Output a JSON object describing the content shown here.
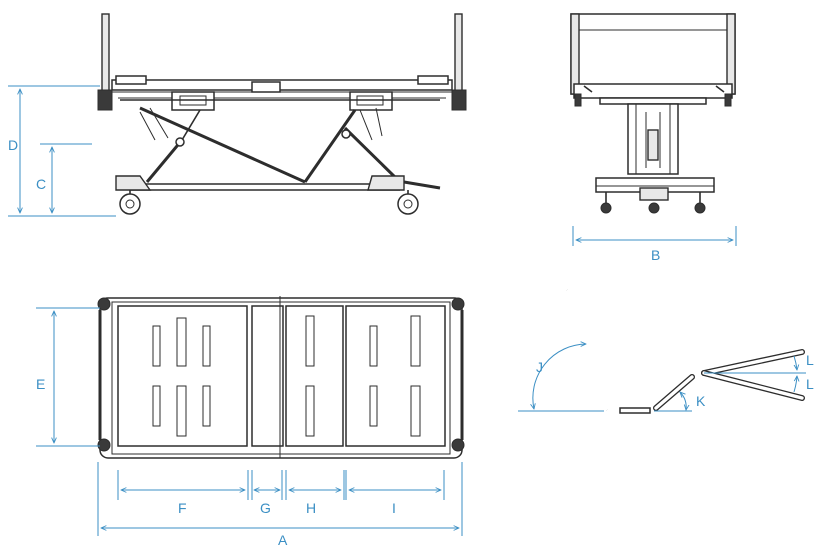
{
  "accent_color": "#3b8fc4",
  "line_color": "#2d2d2d",
  "labels": {
    "A": "A",
    "B": "B",
    "C": "C",
    "D": "D",
    "E": "E",
    "F": "F",
    "G": "G",
    "H": "H",
    "I": "I",
    "J": "J",
    "K": "K",
    "L_top": "L",
    "L_bottom": "L"
  }
}
